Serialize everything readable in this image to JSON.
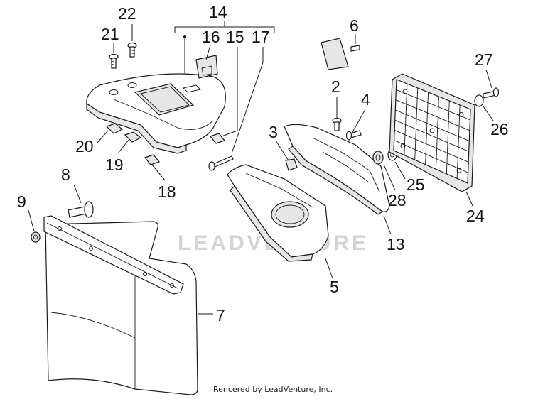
{
  "watermark": "LEADVENTURE",
  "footer": "Rencered by LeadVenture, Inc.",
  "callouts": {
    "c2": "2",
    "c3": "3",
    "c4": "4",
    "c5": "5",
    "c6": "6",
    "c7": "7",
    "c8": "8",
    "c9": "9",
    "c13": "13",
    "c14": "14",
    "c15": "15",
    "c16": "16",
    "c17": "17",
    "c18": "18",
    "c19": "19",
    "c20": "20",
    "c21": "21",
    "c22": "22",
    "c24": "24",
    "c25": "25",
    "c26": "26",
    "c27": "27",
    "c28": "28"
  }
}
